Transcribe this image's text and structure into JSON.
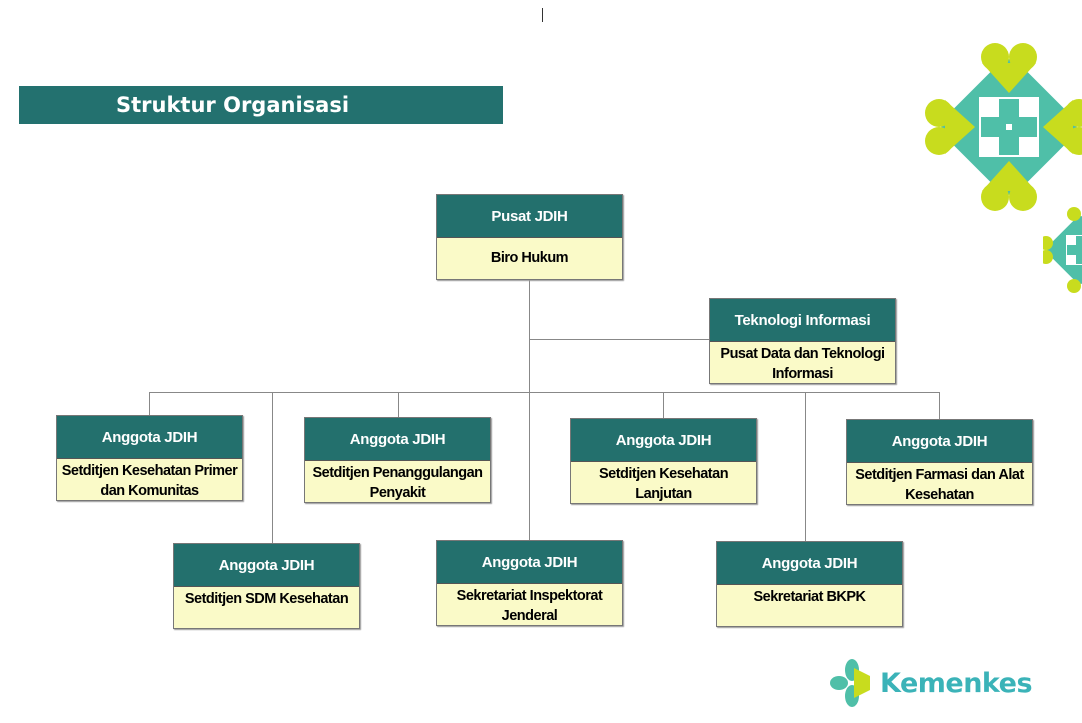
{
  "title": "Struktur Organisasi",
  "chart": {
    "head": {
      "header": "Pusat JDIH",
      "body": "Biro Hukum"
    },
    "it": {
      "header": "Teknologi Informasi",
      "body": "Pusat Data dan Teknologi Informasi"
    },
    "members": [
      {
        "header": "Anggota JDIH",
        "body": "Setditjen Kesehatan Primer dan Komunitas"
      },
      {
        "header": "Anggota JDIH",
        "body": "Setditjen Penanggulangan Penyakit"
      },
      {
        "header": "Anggota JDIH",
        "body": "Setditjen Kesehatan Lanjutan"
      },
      {
        "header": "Anggota JDIH",
        "body": "Setditjen Farmasi dan Alat Kesehatan"
      },
      {
        "header": "Anggota JDIH",
        "body": "Setditjen SDM Kesehatan"
      },
      {
        "header": "Anggota JDIH",
        "body": "Sekretariat Inspektorat Jenderal"
      },
      {
        "header": "Anggota JDIH",
        "body": "Sekretariat BKPK"
      }
    ]
  },
  "logo": {
    "text": "Kemenkes",
    "teal": "#4fbfa8",
    "lime": "#c8dc1e",
    "text_color": "#3bb3b8"
  }
}
